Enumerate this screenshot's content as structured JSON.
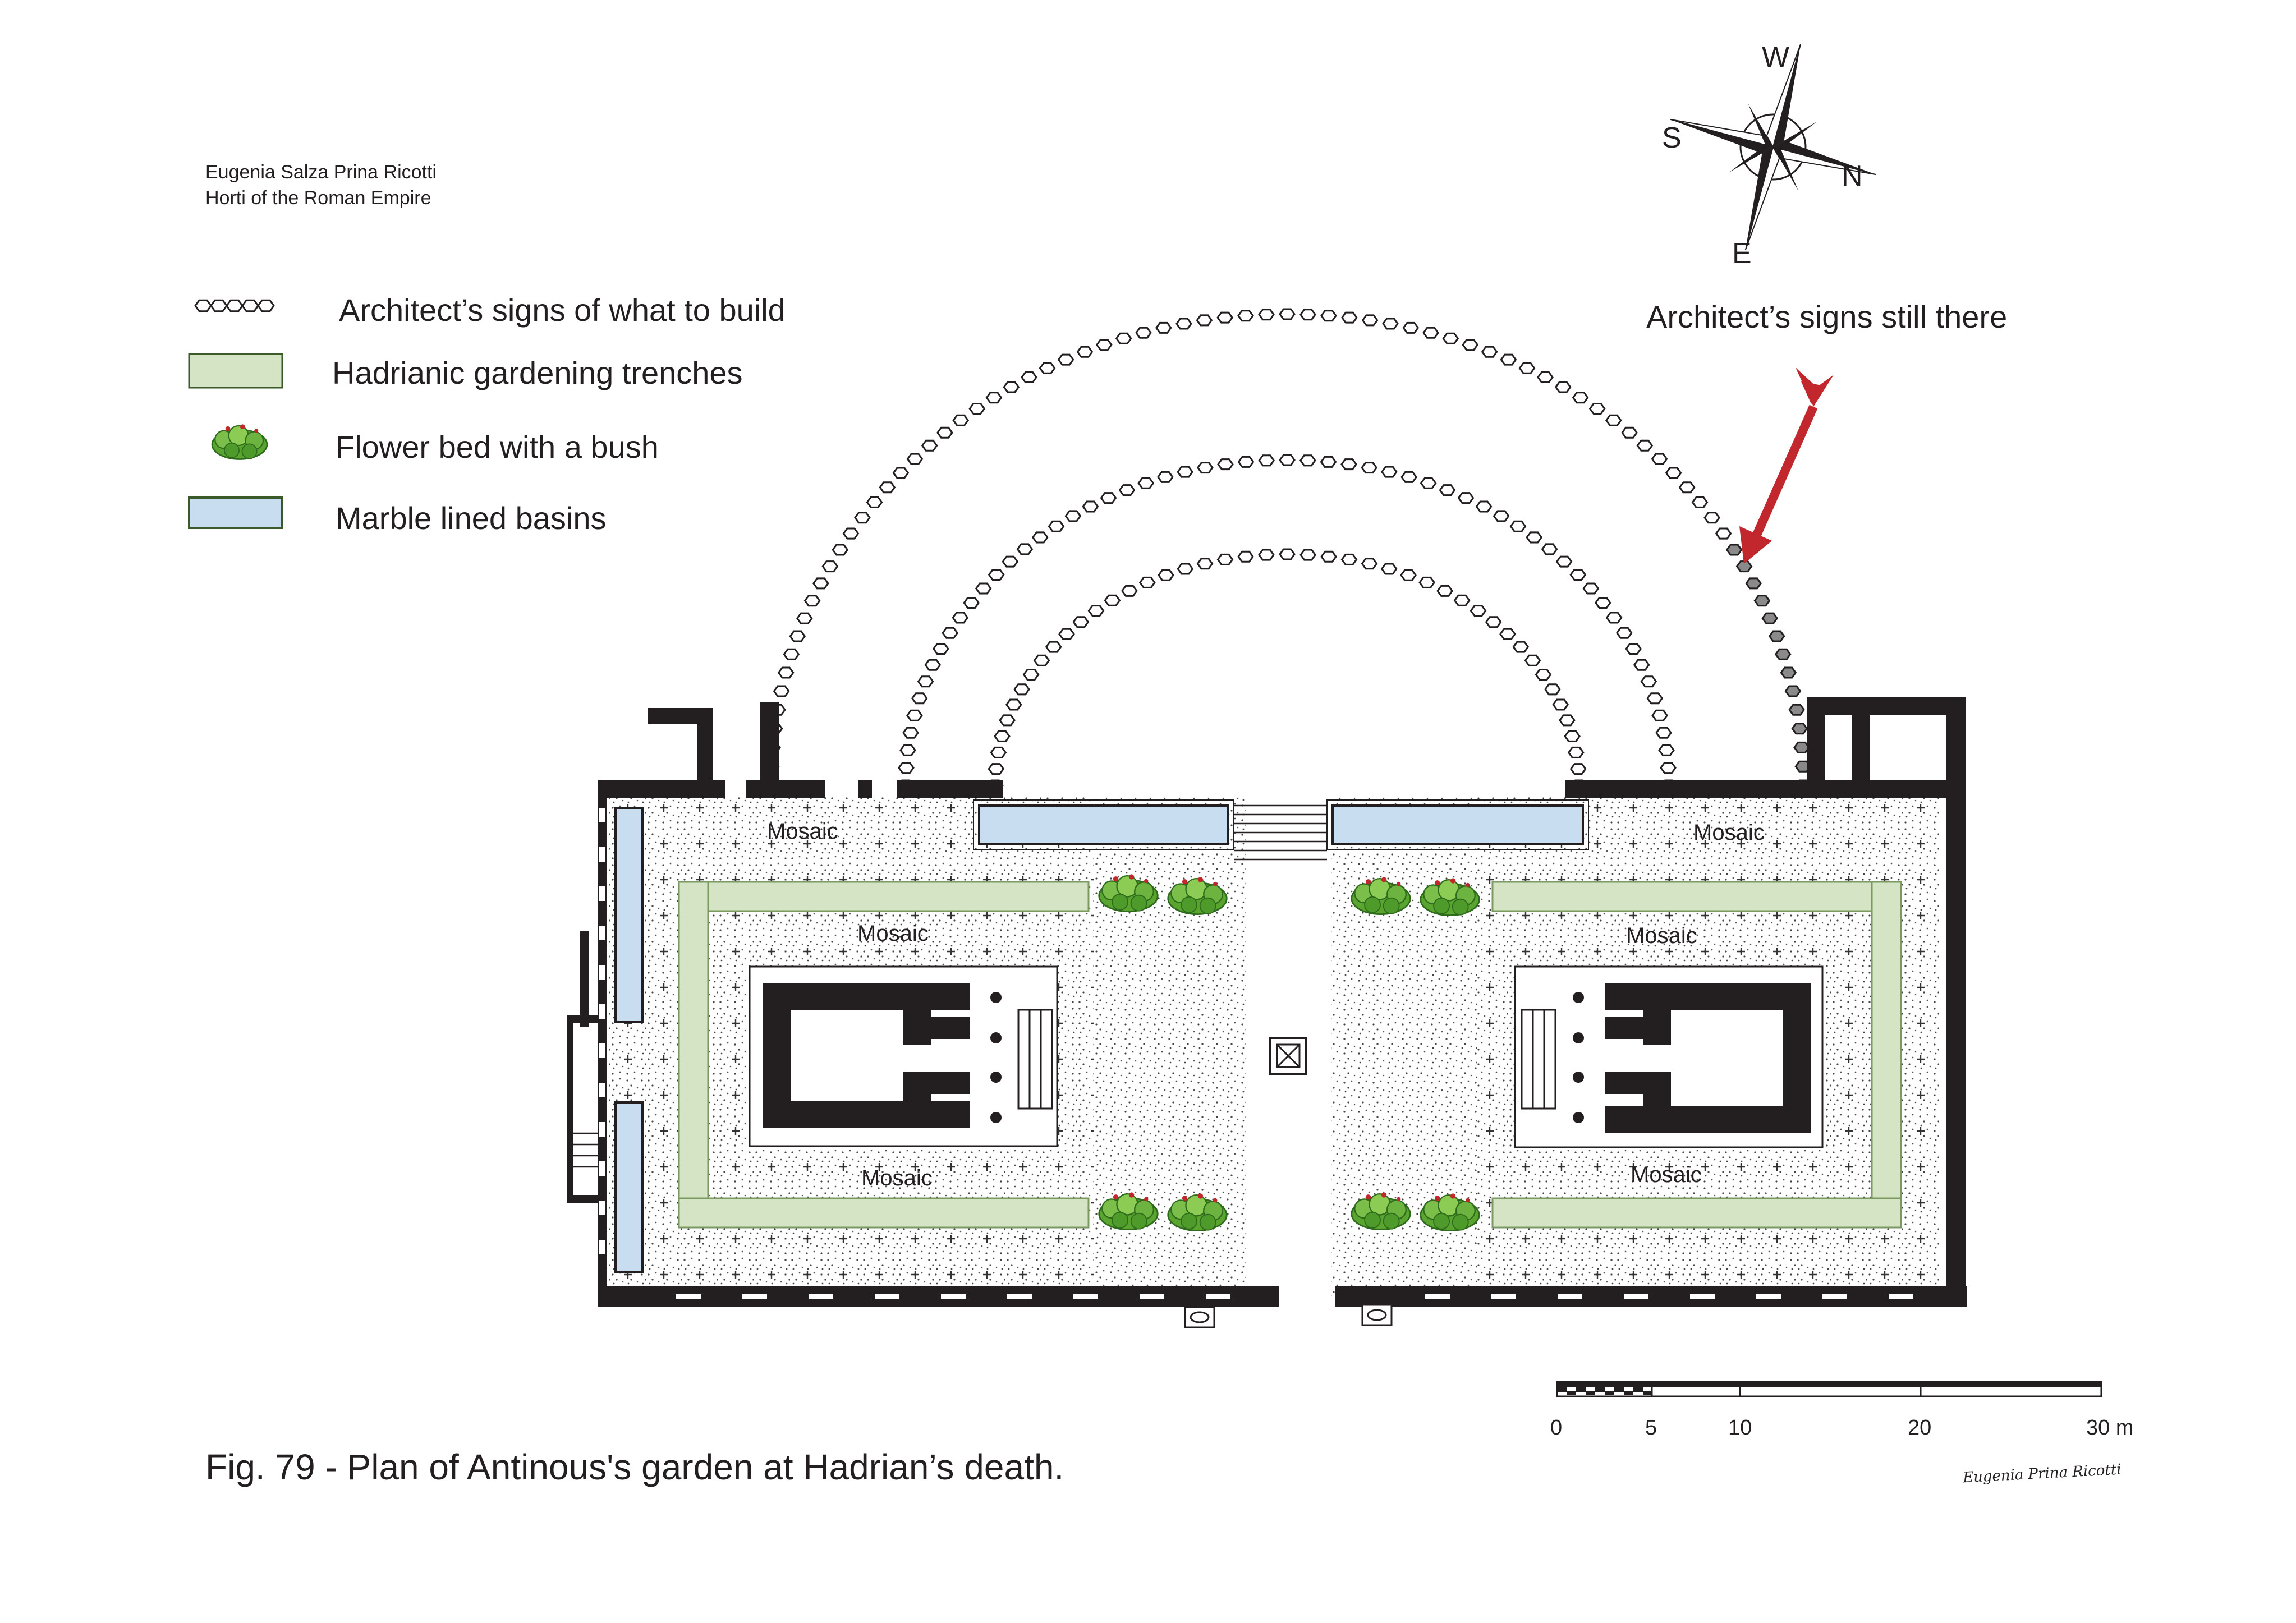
{
  "credit": {
    "author": "Eugenia Salza Prina Ricotti",
    "work": "Horti of the Roman Empire"
  },
  "legend": [
    {
      "key": "architects-signs",
      "label": "Architect’s signs of what to build"
    },
    {
      "key": "gardening-trenches",
      "label": "Hadrianic gardening trenches",
      "color": "#d4e4c4"
    },
    {
      "key": "flower-bed",
      "label": "Flower bed with a bush",
      "color": "#5aa52f"
    },
    {
      "key": "marble-basins",
      "label": "Marble lined basins",
      "color": "#c8def0"
    }
  ],
  "compass": {
    "top": "W",
    "left": "S",
    "right": "N",
    "bottom": "E"
  },
  "annotation": {
    "label": "Architect’s signs still there",
    "arrow_color": "#c1272d"
  },
  "mosaic_labels": [
    "Mosaic",
    "Mosaic",
    "Mosaic",
    "Mosaic",
    "Mosaic",
    "Mosaic"
  ],
  "scale_bar": {
    "ticks": [
      "0",
      "5",
      "10",
      "20",
      "30 m"
    ]
  },
  "caption": "Fig. 79  - Plan of Antinous's garden at Hadrian’s death.",
  "signature": "Eugenia Prina Ricotti",
  "colors": {
    "walls": "#231f20",
    "trench": "#d4e4c4",
    "basin": "#c8def0",
    "bush": "#5aa52f",
    "arrow": "#c1272d"
  }
}
